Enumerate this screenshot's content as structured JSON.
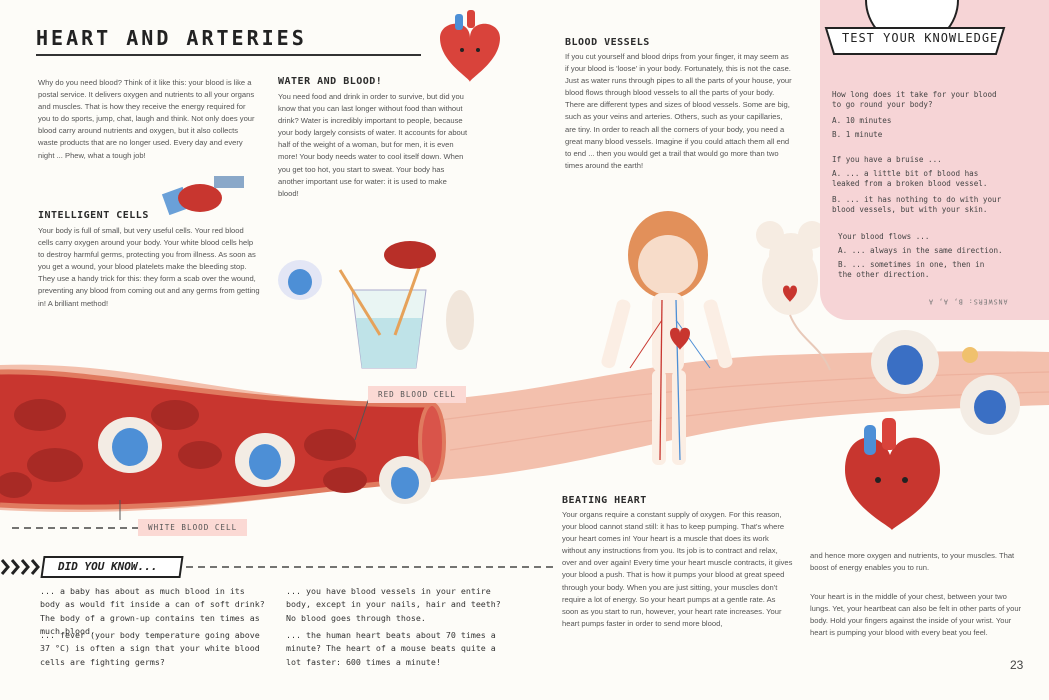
{
  "title": "HEART AND ARTERIES",
  "intro": "Why do you need blood? Think of it like this: your blood is like a postal service. It delivers oxygen and nutrients to all your organs and muscles. That is how they receive the energy required for you to do sports, jump, chat, laugh and think. Not only does your blood carry around nutrients and oxygen, but it also collects waste products that are no longer used. Every day and every night ... Phew, what a tough job!",
  "water": {
    "heading": "WATER AND BLOOD!",
    "text": "You need food and drink in order to survive, but did you know that you can last longer without food than without drink? Water is incredibly important to people, because your body largely consists of water. It accounts for about half of the weight of a woman, but for men, it is even more! Your body needs water to cool itself down. When you get too hot, you start to sweat. Your body has another important use for water: it is used to make blood!"
  },
  "cells": {
    "heading": "INTELLIGENT CELLS",
    "text": "Your body is full of small, but very useful cells. Your red blood cells carry oxygen around your body. Your white blood cells help to destroy harmful germs, protecting you from illness. As soon as you get a wound, your blood platelets make the bleeding stop. They use a handy trick for this: they form a scab over the wound, preventing any blood from coming out and any germs from getting in! A brilliant method!"
  },
  "vessels": {
    "heading": "BLOOD VESSELS",
    "text": "If you cut yourself and blood drips from your finger, it may seem as if your blood is 'loose' in your body. Fortunately, this is not the case. Just as water runs through pipes to all the parts of your house, your blood flows through blood vessels to all the parts of your body. There are different types and sizes of blood vessels. Some are big, such as your veins and arteries. Others, such as your capillaries, are tiny. In order to reach all the corners of your body, you need a great many blood vessels. Imagine if you could attach them all end to end ... then you would get a trail that would go more than two times around the earth!"
  },
  "quiz": {
    "title": "TEST YOUR KNOWLEDGE",
    "q1": "How long does it take for your blood to go round your body?",
    "q1a": "A. 10 minutes",
    "q1b": "B. 1 minute",
    "q2": "If you have a bruise ...",
    "q2a": "A. ... a little bit of blood has leaked from a broken blood vessel.",
    "q2b": "B. ... it has nothing to do with your blood vessels, but with your skin.",
    "q3": "Your blood flows ...",
    "q3a": "A. ... always in the same direction.",
    "q3b": "B. ... sometimes in one, then in the other direction.",
    "answers": "ANSWERS: B, A, A"
  },
  "labels": {
    "red_cell": "RED BLOOD CELL",
    "white_cell": "WHITE BLOOD CELL"
  },
  "heart": {
    "heading": "BEATING HEART",
    "text1": "Your organs require a constant supply of oxygen. For this reason, your blood cannot stand still: it has to keep pumping. That's where your heart comes in! Your heart is a muscle that does its work without any instructions from you. Its job is to contract and relax, over and over again! Every time your heart muscle contracts, it gives your blood a push. That is how it pumps your blood at great speed through your body. When you are just sitting, your muscles don't require a lot of energy. So your heart pumps at a gentle rate. As soon as you start to run, however, your heart rate increases. Your heart pumps faster in order to send more blood,",
    "text2": "and hence more oxygen and nutrients, to your muscles. That boost of energy enables you to run.",
    "text3": "Your heart is in the middle of your chest, between your two lungs. Yet, your heartbeat can also be felt in other parts of your body. Hold your fingers against the inside of your wrist. Your heart is pumping your blood with every beat you feel."
  },
  "dyk": {
    "title": "DID YOU KNOW...",
    "f1": "... a baby has about as much blood in its body as would fit inside a can of soft drink? The body of a grown-up contains ten times as much blood.",
    "f2": "... fever (your body temperature going above 37 °C) is often a sign that your white blood cells are fighting germs?",
    "f3": "... you have blood vessels in your entire body, except in your nails, hair and teeth? No blood goes through those.",
    "f4": "... the human heart beats about 70 times a minute? The heart of a mouse beats quite a lot faster: 600 times a minute!"
  },
  "page_number": "23",
  "colors": {
    "red": "#c8362f",
    "pink": "#f6d4d6",
    "vessel": "#f2b9a6",
    "blue": "#4d8fd6"
  }
}
